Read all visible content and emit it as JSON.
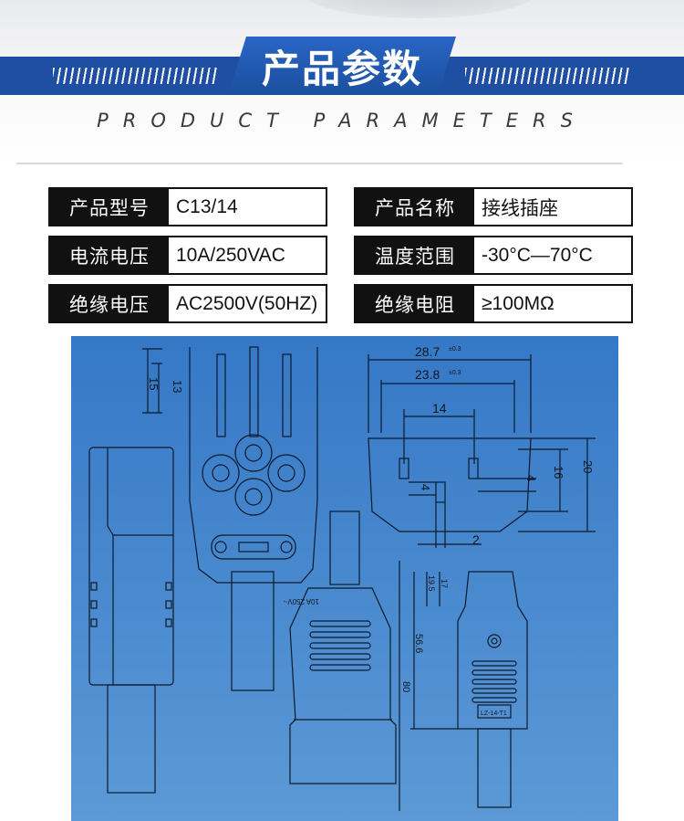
{
  "header": {
    "title": "产品参数",
    "subtitle": "PRODUCT PARAMETERS"
  },
  "specs": [
    {
      "label": "产品型号",
      "value": "C13/14"
    },
    {
      "label": "产品名称",
      "value": "接线插座"
    },
    {
      "label": "电流电压",
      "value": "10A/250VAC"
    },
    {
      "label": "温度范围",
      "value": "-30°C—70°C"
    },
    {
      "label": "绝缘电压",
      "value": "AC2500V(50HZ)"
    },
    {
      "label": "绝缘电阻",
      "value": "≥100MΩ"
    }
  ],
  "drawing": {
    "dims": {
      "d15": "15",
      "d13": "13",
      "d28_7": "28.7",
      "d23_8": "23.8",
      "tol": "±0.3",
      "d14": "14",
      "d16": "16",
      "d20": "20",
      "d4a": "4",
      "d4b": "4",
      "d2": "2",
      "d17": "17",
      "d19_5": "19.5",
      "d56_6": "56.6",
      "d80": "80"
    },
    "marking_plug": "10A 250V~",
    "marking_model": "LZ-14-T1"
  },
  "colors": {
    "brand_blue": "#1e4fa3",
    "drawing_bg": "#4a8bd0",
    "label_bg": "#111111"
  }
}
